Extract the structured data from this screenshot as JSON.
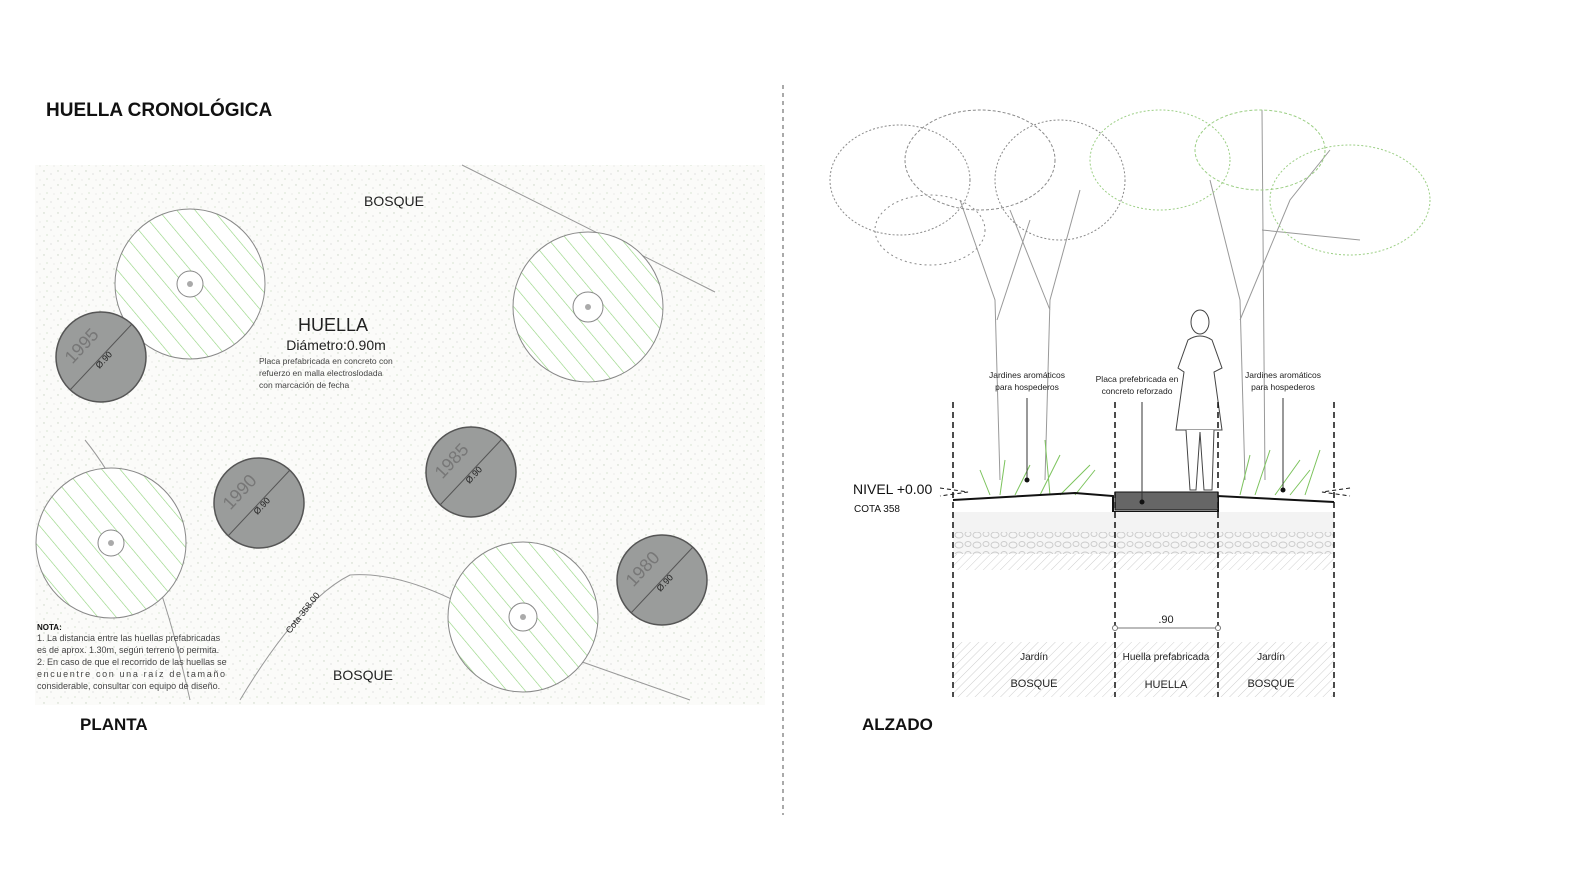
{
  "title": "HUELLA CRONOLÓGICA",
  "plan": {
    "label": "PLANTA",
    "bosque_top": "BOSQUE",
    "bosque_bottom": "BOSQUE",
    "cota": "Cota 358.00",
    "huella": {
      "title": "HUELLA",
      "diameter": "Diámetro:0.90m",
      "desc": [
        "Placa prefabricada en concreto con",
        "refuerzo en malla electroslodada",
        "con marcación de fecha"
      ]
    },
    "discs": [
      {
        "year": "1995",
        "dim": "Ø.90"
      },
      {
        "year": "1990",
        "dim": "Ø.90"
      },
      {
        "year": "1985",
        "dim": "Ø.90"
      },
      {
        "year": "1980",
        "dim": "Ø.90"
      }
    ],
    "note": {
      "heading": "NOTA:",
      "lines": [
        "1. La distancia entre las huellas prefabricadas",
        "es de aprox. 1.30m, según terreno lo permita.",
        "2. En caso de que el recorrido de las huellas se",
        "encuentre con una raíz de tamaño",
        "considerable, consultar con equipo de diseño."
      ]
    }
  },
  "elevation": {
    "label": "ALZADO",
    "nivel": "NIVEL +0.00",
    "cota": "COTA 358",
    "callouts": [
      [
        "Jardines aromáticos",
        "para hospederos"
      ],
      [
        "Placa prefebricada en",
        "concreto reforzado"
      ],
      [
        "Jardines aromáticos",
        "para hospederos"
      ]
    ],
    "dimension": ".90",
    "zones": [
      {
        "sub": "Jardín",
        "name": "BOSQUE"
      },
      {
        "sub": "Huella prefabricada",
        "name": "HUELLA"
      },
      {
        "sub": "Jardín",
        "name": "BOSQUE"
      }
    ]
  },
  "colors": {
    "hatch_green": "#8fd27a",
    "disc": "#9a9c9b",
    "plant": "#7cc35d",
    "line": "#555555"
  }
}
